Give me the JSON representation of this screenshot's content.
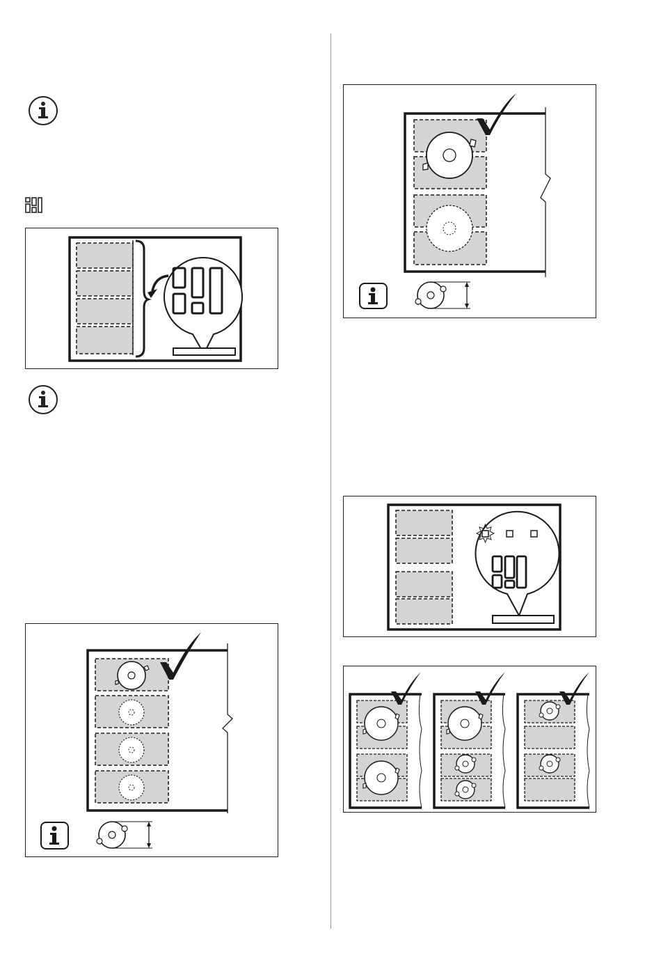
{
  "icons": {
    "info_top": "info-circle-icon",
    "info_mid": "info-circle-icon",
    "zones_symbol": "cooking-zones-symbol-icon",
    "info_fig_left": "info-square-icon",
    "info_fig_right": "info-square-icon"
  },
  "figures": {
    "zones_with_bracket": {
      "zones": 4,
      "display_cells": 5
    },
    "pot_single_left": {
      "zones": 4,
      "check": true
    },
    "pot_single_right": {
      "zones": 2,
      "check": true
    },
    "display_blink": {
      "zones": 4,
      "indicators": 3
    },
    "three_configs": {
      "panels": 3,
      "check": true
    }
  },
  "colors": {
    "zone_fill": "#d4d4d4",
    "line": "#1a1a1a",
    "rule": "#999999"
  }
}
